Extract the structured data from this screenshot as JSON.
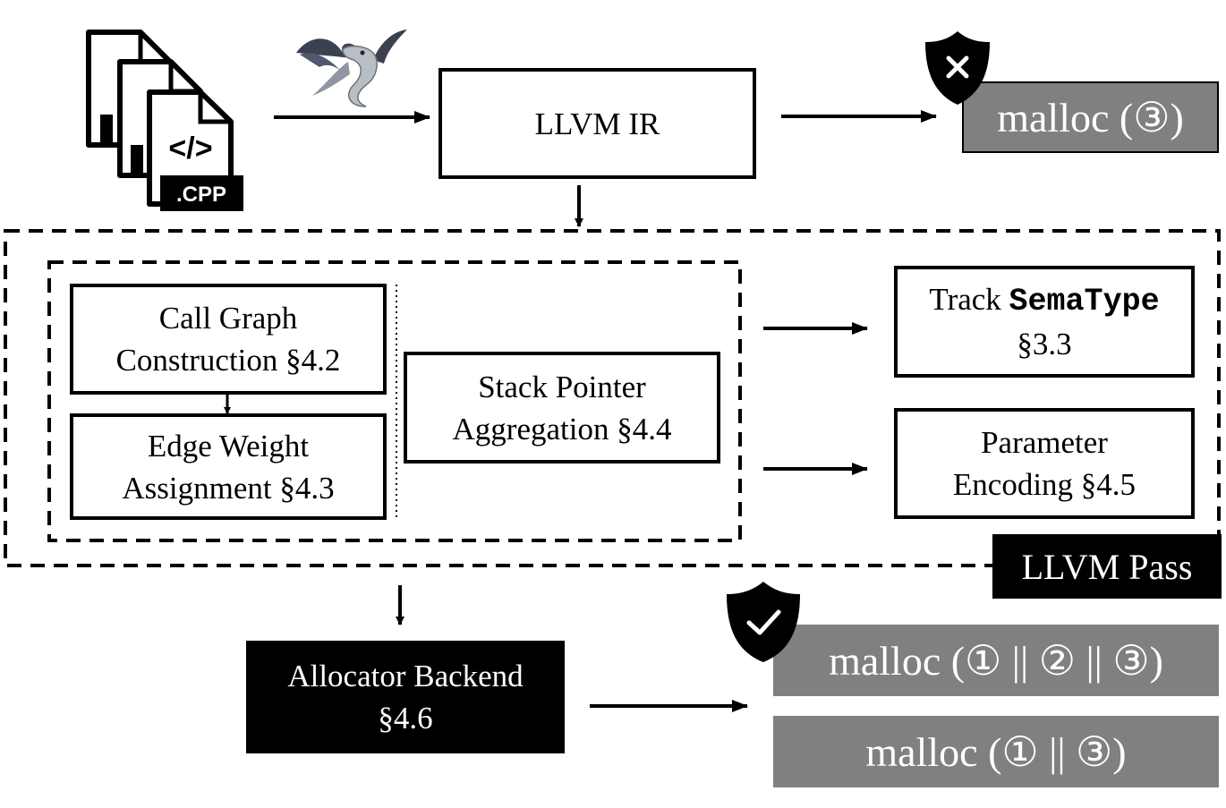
{
  "source": {
    "file_tag": ".CPP",
    "code_glyph": "</>",
    "icon": "cpp-files-icon",
    "compiler_icon": "llvm-dragon-icon"
  },
  "llvm_ir": {
    "label": "LLVM IR"
  },
  "unsafe_output": {
    "text": "malloc (③)",
    "badge_icon": "shield-x-icon"
  },
  "pass": {
    "label": "LLVM Pass",
    "call_graph": {
      "line1": "Call Graph",
      "line2": "Construction §4.2"
    },
    "edge_weight": {
      "line1": "Edge Weight",
      "line2": "Assignment §4.3"
    },
    "stack_pointer": {
      "line1": "Stack Pointer",
      "line2": "Aggregation §4.4"
    },
    "track": {
      "prefix": "Track ",
      "code": "SemaType",
      "section": "§3.3"
    },
    "param": {
      "line1": "Parameter",
      "line2": "Encoding §4.5"
    }
  },
  "backend": {
    "line1": "Allocator Backend",
    "line2": "§4.6"
  },
  "safe_outputs": {
    "badge_icon": "shield-check-icon",
    "items": [
      "malloc (① || ② || ③)",
      "malloc (① || ③)"
    ]
  },
  "colors": {
    "ink": "#000000",
    "grey_box": "#808080",
    "text_on_dark": "#ffffff"
  }
}
